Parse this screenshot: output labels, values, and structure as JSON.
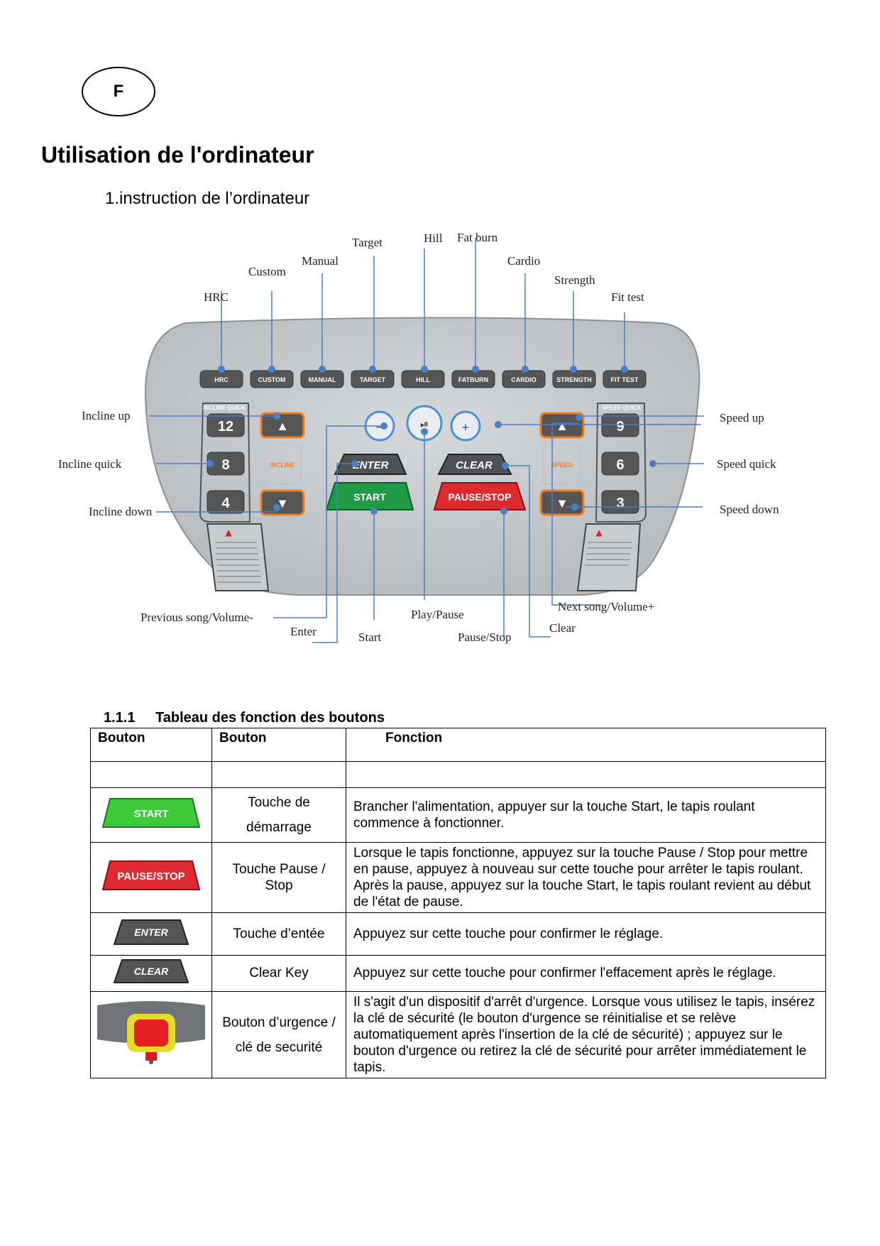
{
  "badge": "F",
  "title": "Utilisation de l'ordinateur",
  "subtitle": "1.instruction de l’ordinateur",
  "panel": {
    "program_buttons": [
      "HRC",
      "CUSTOM",
      "MANUAL",
      "TARGET",
      "HILL",
      "FATBURN",
      "CARDIO",
      "STRENGTH",
      "FIT TEST"
    ],
    "incline_quick_label": "INCLINE QUICK",
    "speed_quick_label": "SPEED QUICK",
    "incline_values": [
      "12",
      "8",
      "4"
    ],
    "speed_values": [
      "9",
      "6",
      "3"
    ],
    "incline_label": "INCLINE",
    "speed_label": "SPEED",
    "enter": "ENTER",
    "clear": "CLEAR",
    "start": "START",
    "pause_stop": "PAUSE/STOP",
    "colors": {
      "panel": "#c9cbcd",
      "start": "#1f9a45",
      "pause": "#dd2a2f",
      "accent_orange": "#f07f1f",
      "callout": "#4b7fc6"
    }
  },
  "callouts": {
    "target": "Target",
    "hill": "Hill",
    "fat_burn": "Fat burn",
    "manual": "Manual",
    "cardio": "Cardio",
    "custom": "Custom",
    "strength": "Strength",
    "hrc": "HRC",
    "fit_test": "Fit test",
    "incline_up": "Incline up",
    "incline_quick": "Incline quick",
    "incline_down": "Incline down",
    "speed_up": "Speed up",
    "speed_quick": "Speed quick",
    "speed_down": "Speed down",
    "previous": "Previous song/Volume-",
    "enter": "Enter",
    "start": "Start",
    "play_pause": "Play/Pause",
    "pause_stop": "Pause/Stop",
    "next": "Next song/Volume+",
    "clear": "Clear"
  },
  "section": {
    "number": "1.1.1",
    "title": "Tableau des fonction des boutons"
  },
  "table": {
    "headers": [
      "Bouton",
      "Bouton",
      "Fonction"
    ],
    "rows": [
      {
        "icon_label": "START",
        "name": "Touche de démarrage",
        "desc": "Brancher l'alimentation, appuyer sur la touche Start, le tapis roulant commence à fonctionner."
      },
      {
        "icon_label": "PAUSE/STOP",
        "name": "Touche Pause / Stop",
        "desc": "Lorsque le tapis fonctionne, appuyez sur la touche Pause / Stop pour mettre en pause, appuyez à nouveau sur cette touche pour arrêter le tapis roulant. Après la pause, appuyez sur la touche Start, le tapis roulant revient au début de l'état de pause."
      },
      {
        "icon_label": "ENTER",
        "name": "Touche d’entée",
        "desc": "Appuyez sur cette touche pour confirmer le réglage."
      },
      {
        "icon_label": "CLEAR",
        "name": "Clear Key",
        "desc": "Appuyez sur cette touche pour confirmer l'effacement après le réglage."
      },
      {
        "icon_label": "",
        "name": "Bouton d’urgence / clé de securité",
        "desc": "Il s'agit d'un dispositif d'arrêt d'urgence. Lorsque vous utilisez le tapis, insérez la clé de sécurité (le bouton d'urgence se réinitialise et se relève automatiquement après l'insertion de la clé de sécurité) ; appuyez sur le bouton d'urgence ou retirez la clé de sécurité pour arrêter immédiatement le tapis."
      }
    ]
  }
}
